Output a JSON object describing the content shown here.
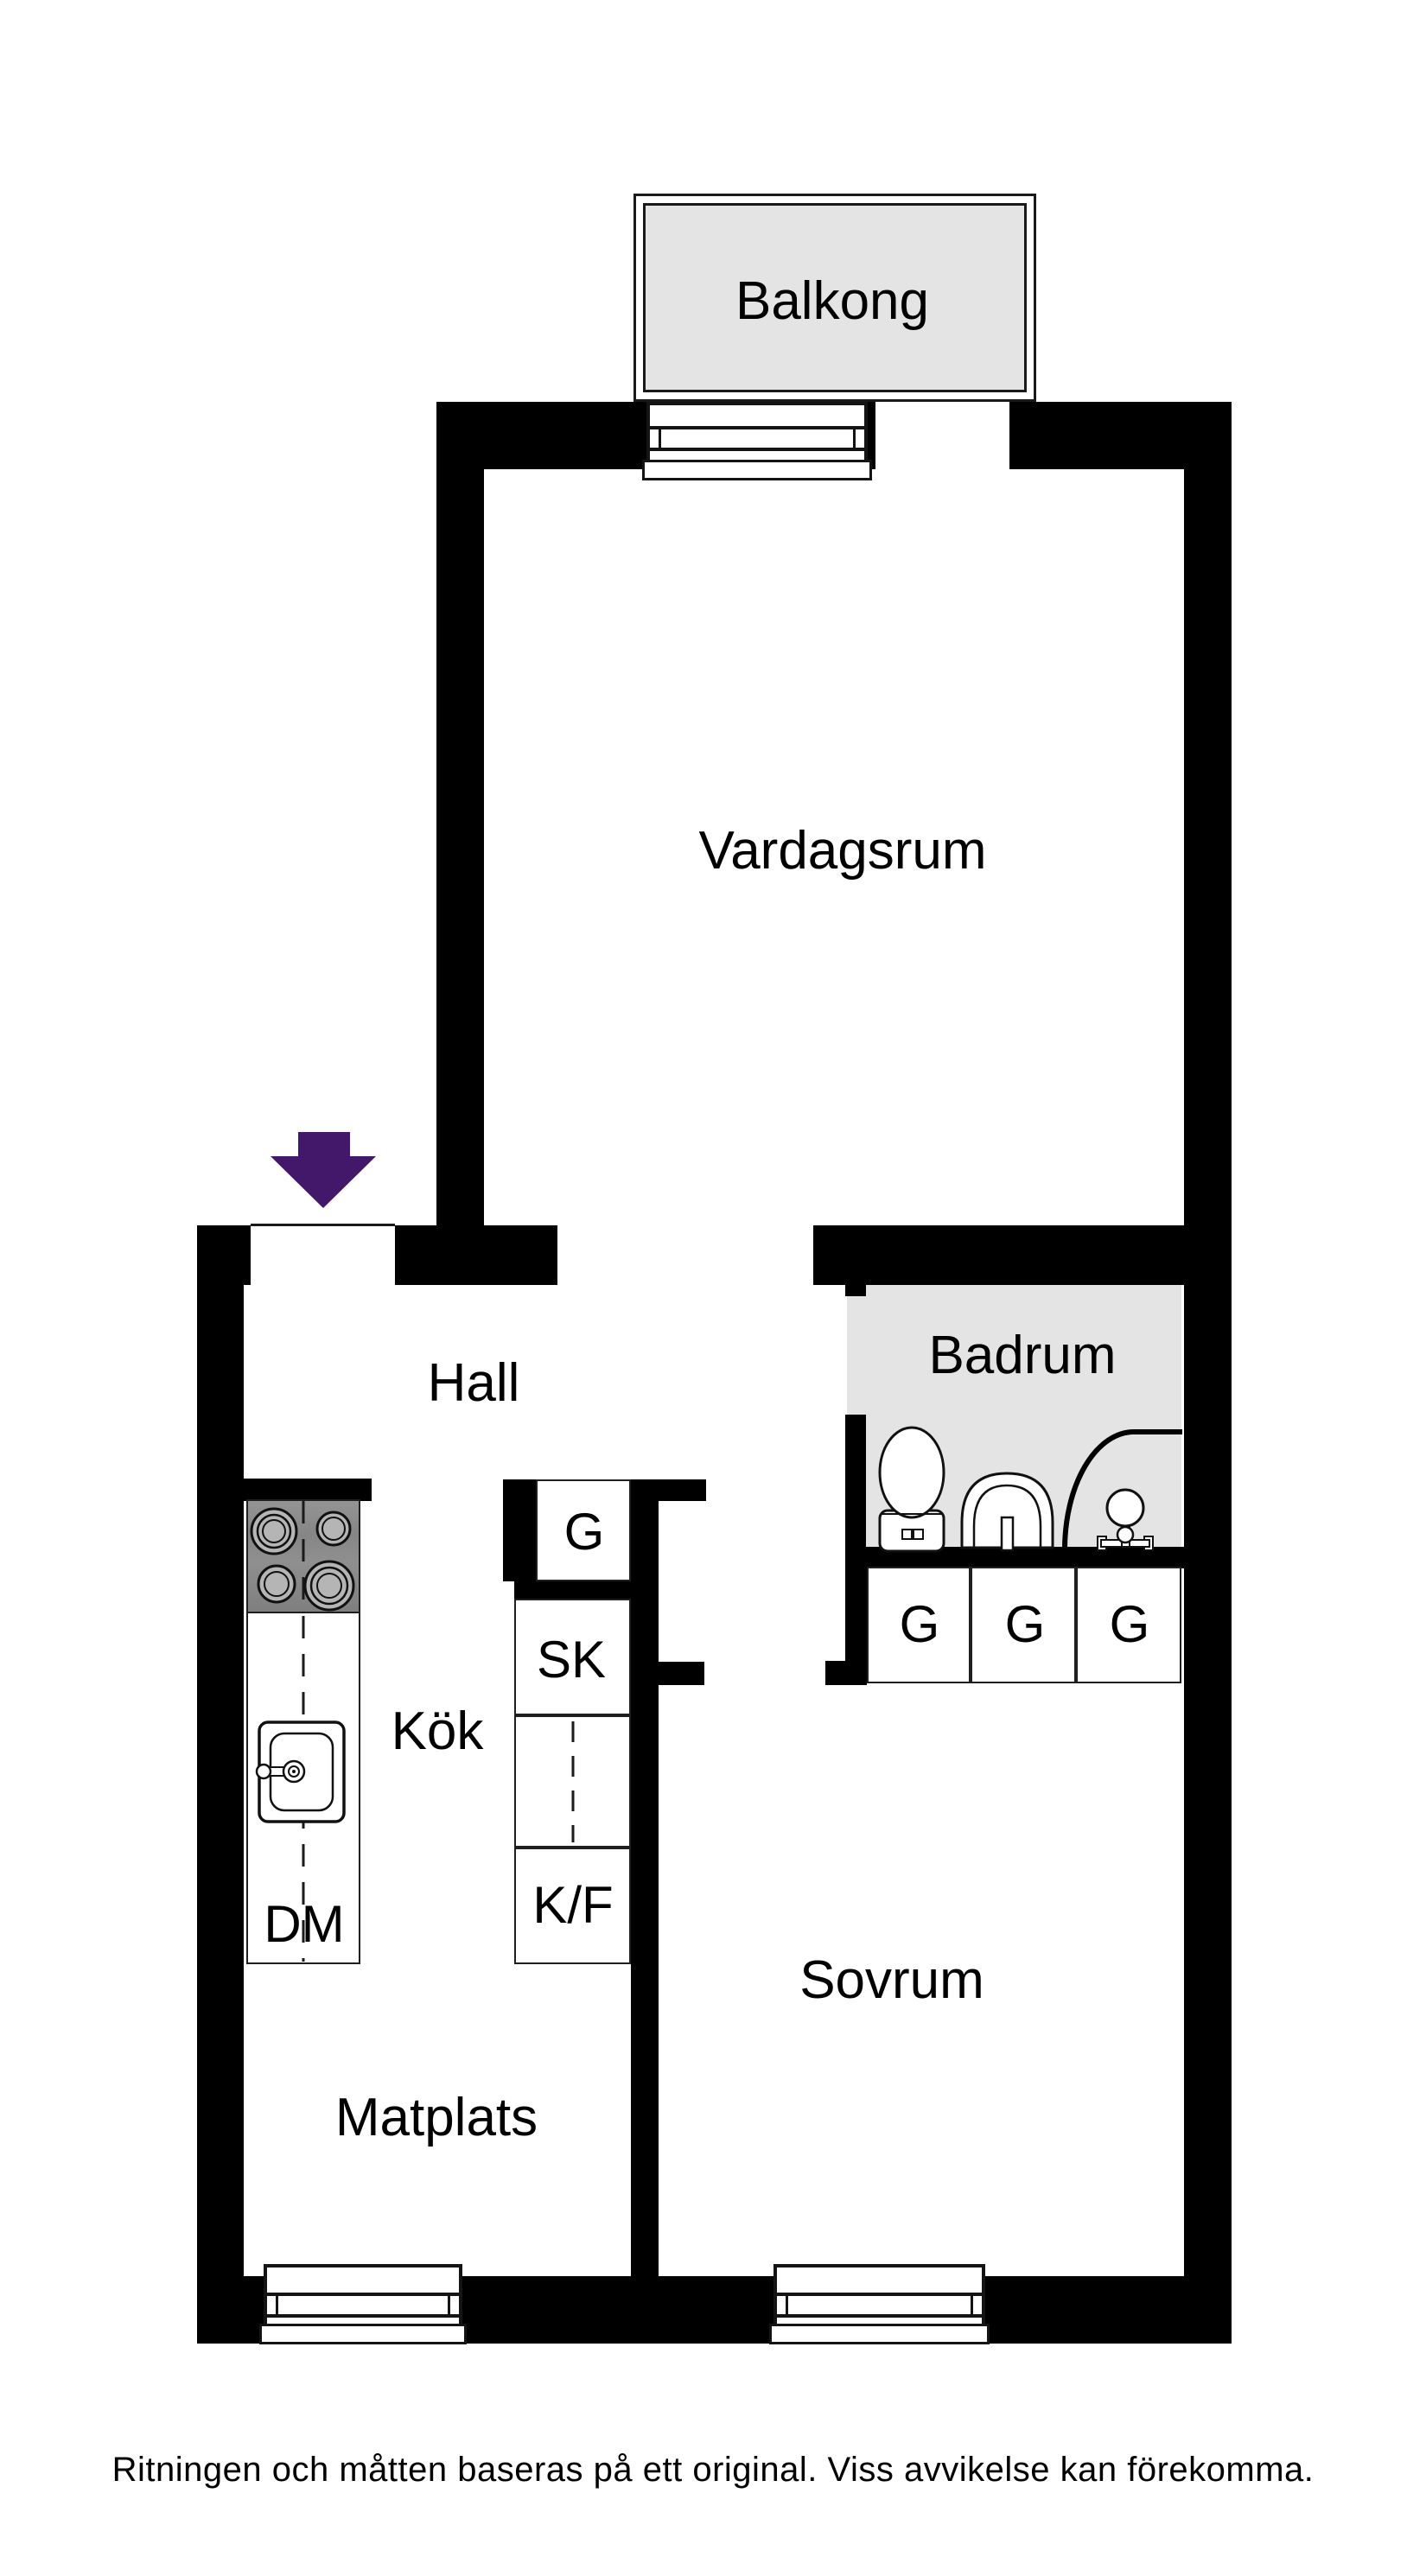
{
  "plan": {
    "type": "apartment-floor-plan",
    "colors": {
      "wall": "#000000",
      "room_fill": "#ffffff",
      "balcony_fill": "#e4e4e5",
      "bathroom_fill": "#e4e4e5",
      "entrance_arrow": "#431769",
      "stove_fill": "#8c8c8c",
      "burner_fill": "#b5b5b5",
      "line": "#1a1a1a"
    },
    "rooms": {
      "balkong": {
        "label": "Balkong"
      },
      "vardagsrum": {
        "label": "Vardagsrum"
      },
      "hall": {
        "label": "Hall"
      },
      "badrum": {
        "label": "Badrum"
      },
      "kok": {
        "label": "Kök"
      },
      "matplats": {
        "label": "Matplats"
      },
      "sovrum": {
        "label": "Sovrum"
      }
    },
    "closets": {
      "kitchen_g": {
        "label": "G"
      },
      "kitchen_sk": {
        "label": "SK"
      },
      "kitchen_kf": {
        "label": "K/F"
      },
      "bedroom_g1": {
        "label": "G"
      },
      "bedroom_g2": {
        "label": "G"
      },
      "bedroom_g3": {
        "label": "G"
      }
    },
    "appliances": {
      "dishwasher": {
        "label": "DM"
      }
    },
    "icons": [
      "entrance-arrow-icon",
      "stove-icon",
      "kitchen-sink-icon",
      "toilet-icon",
      "bathroom-sink-icon",
      "shower-icon",
      "window-icon"
    ]
  },
  "footer": {
    "disclaimer": "Ritningen och måtten baseras på ett original. Viss avvikelse kan förekomma."
  }
}
